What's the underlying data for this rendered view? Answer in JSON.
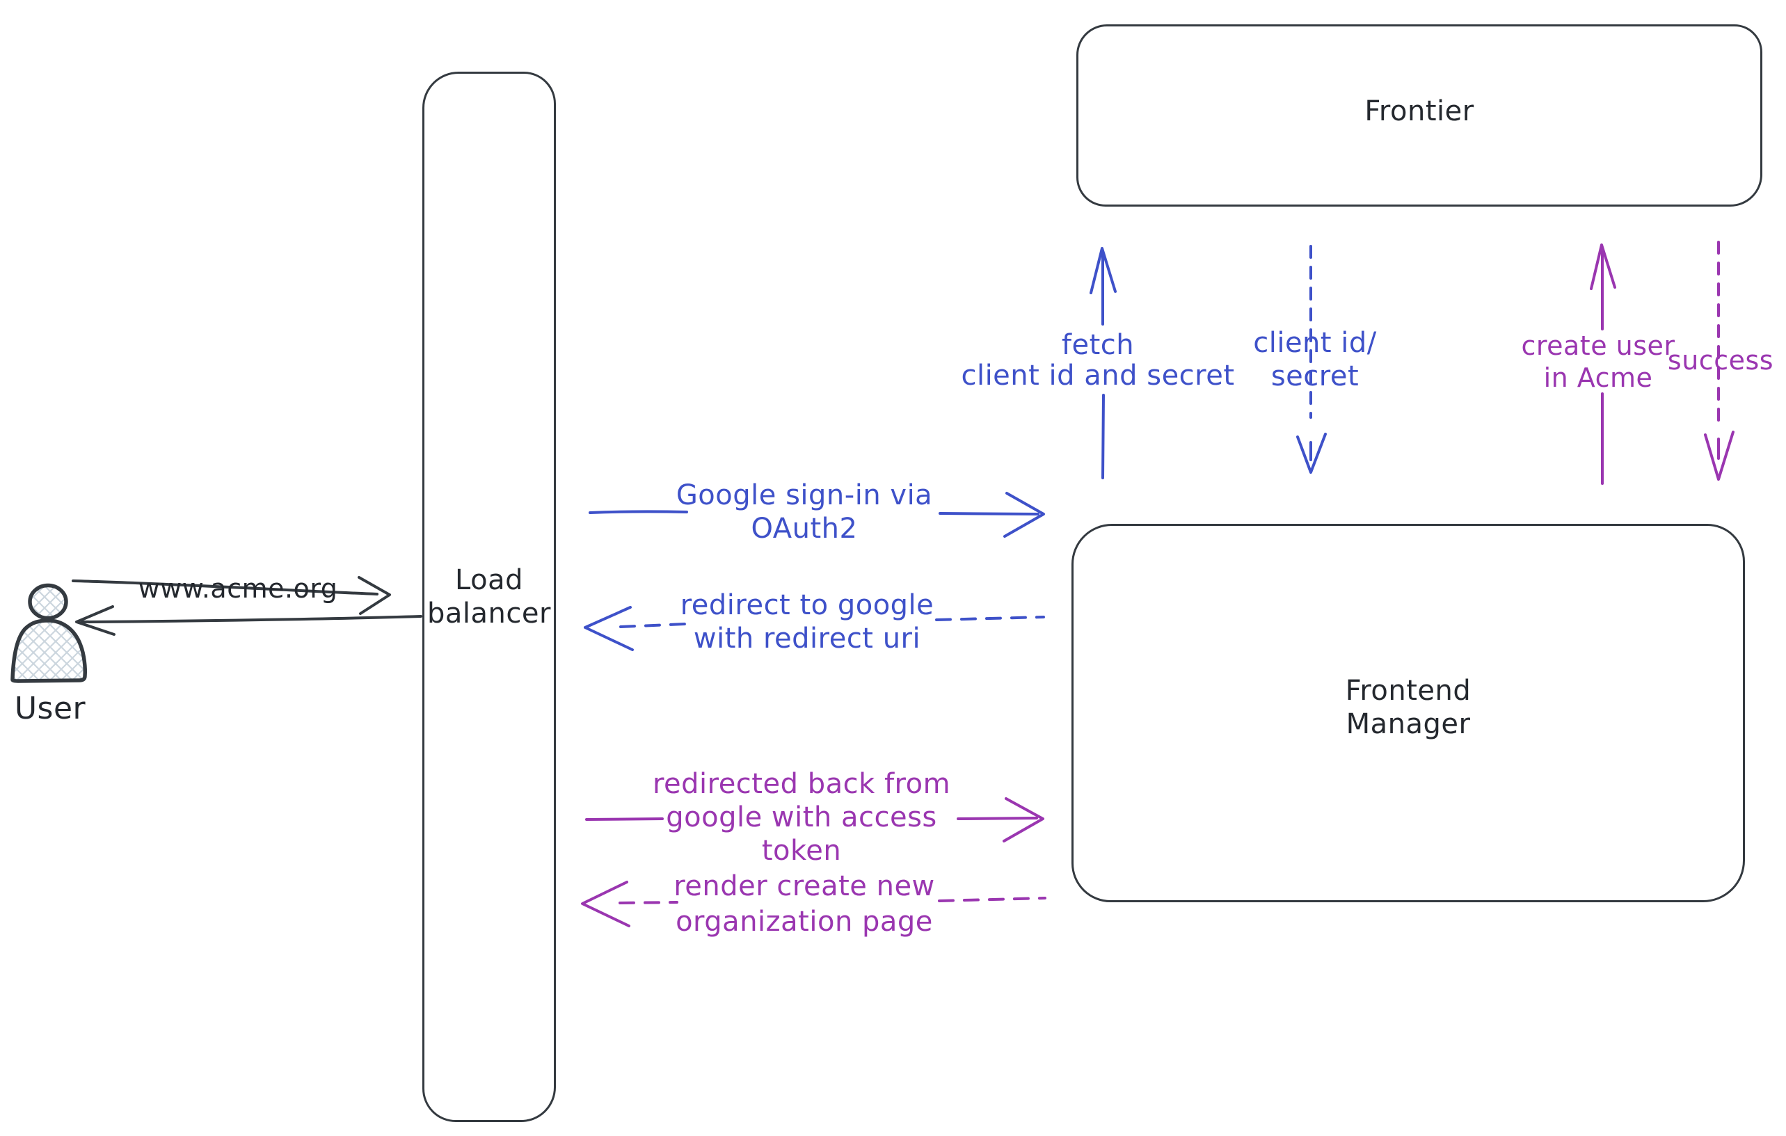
{
  "colors": {
    "background": "#ffffff",
    "ink": "#343a40",
    "ink-text": "#24282e",
    "blue": "#3e51c9",
    "purple": "#9a36b0",
    "hatch": "#ccd6de"
  },
  "nodes": {
    "user": {
      "label": "User"
    },
    "load_balancer": {
      "label": "Load\nbalancer"
    },
    "frontier": {
      "label": "Frontier"
    },
    "frontend_manager": {
      "label": "Frontend\nManager"
    }
  },
  "messages": {
    "www_acme": {
      "label": "www.acme.org"
    },
    "google_signin": {
      "label": "Google sign-in via\nOAuth2"
    },
    "redirect_google": {
      "label": "redirect to google\nwith redirect uri"
    },
    "redirected_back": {
      "label": "redirected back from\ngoogle with access\ntoken"
    },
    "render_create_org": {
      "label": "render create new\norganization page"
    },
    "fetch_client": {
      "label": "fetch\nclient id and secret"
    },
    "client_id_secret": {
      "label": "client id/\nsecret"
    },
    "create_user": {
      "label": "create user\nin Acme"
    },
    "success": {
      "label": "success"
    }
  }
}
